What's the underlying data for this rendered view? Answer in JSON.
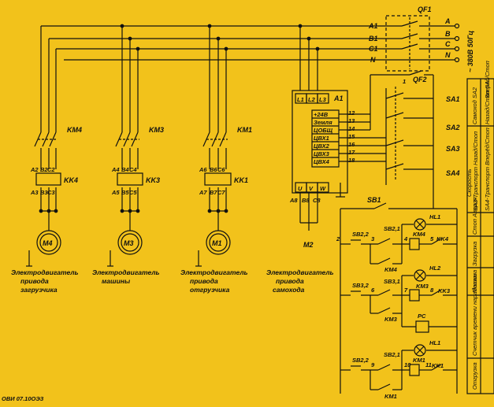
{
  "colors": {
    "background": "#F2C21B",
    "ink": "#111111"
  },
  "supply": {
    "breaker": "QF1",
    "phases_in": [
      "A1",
      "B1",
      "C1",
      "N"
    ],
    "phases_out": [
      "A",
      "B",
      "C",
      "N"
    ],
    "voltage": "~ 380В 50Гц"
  },
  "drives": [
    {
      "contactor": "KM4",
      "relay": "KK4",
      "relay_top": [
        "A2",
        "B2",
        "C2"
      ],
      "relay_bottom": [
        "A3",
        "B3",
        "C3"
      ],
      "motor": "M4",
      "caption": [
        "Электродвигатель",
        "привода",
        "загрузчика"
      ]
    },
    {
      "contactor": "KM3",
      "relay": "KK3",
      "relay_top": [
        "A4",
        "B4",
        "C4"
      ],
      "relay_bottom": [
        "A5",
        "B5",
        "C5"
      ],
      "motor": "M3",
      "caption": [
        "Электродвигатель",
        "машины"
      ]
    },
    {
      "contactor": "KM1",
      "relay": "KK1",
      "relay_top": [
        "A6",
        "B6",
        "C6"
      ],
      "relay_bottom": [
        "A7",
        "B7",
        "C7"
      ],
      "motor": "M1",
      "caption": [
        "Электродвигатель",
        "привода",
        "отгрузчика"
      ]
    }
  ],
  "controller": {
    "name": "A1",
    "inputs": [
      "L1",
      "L2",
      "L3"
    ],
    "outputs": [
      "U",
      "V",
      "W"
    ],
    "out_wires": [
      "A8",
      "B8",
      "C8"
    ],
    "terminals": [
      "+24В",
      "Земля",
      "ЦОБЩ",
      "ЦВХ1",
      "ЦВХ2",
      "ЦВХ3",
      "ЦВХ4"
    ],
    "terminal_numbers": [
      "12",
      "13",
      "14",
      "15",
      "16",
      "17",
      "18"
    ],
    "motor": "M2",
    "caption": [
      "Электродвигатель",
      "привода",
      "самохода"
    ]
  },
  "control": {
    "breaker": "QF2",
    "wire_1": "1",
    "switches": [
      "SA1",
      "SA2",
      "SA3",
      "SA4"
    ],
    "stop_button": "SB1",
    "rungs": [
      {
        "stop": "SB2,2",
        "start": "SB2,1",
        "coil": "KM4",
        "lamp": "HL1",
        "relay_contact": "KK4",
        "seal": "KM4",
        "wires": [
          "2",
          "3",
          "4",
          "5"
        ]
      },
      {
        "stop": "SB3,2",
        "start": "SB3,1",
        "coil": "KM3",
        "lamp": "HL2",
        "relay_contact": "KK3",
        "seal": "KM3",
        "timer": "PC",
        "wires": [
          "6",
          "7",
          "8"
        ]
      },
      {
        "stop": "SB2,2",
        "start": "SB2,1",
        "coil": "KM1",
        "lamp": "HL1",
        "relay_contact": "KK1",
        "seal": "KM1",
        "wires": [
          "9",
          "10",
          "11"
        ]
      }
    ]
  },
  "side_table": [
    "Отгрузка",
    "Счетчик времени наработки",
    "Машина",
    "Загрузка",
    "Стоп Авария",
    "SA4-Транспорт Вперёд/Стоп",
    "SA3-Транспорт Назад/Стоп",
    "Скорость",
    "Самоход SA2",
    "Назад/Стоп SA1",
    "Вперёд/Стоп"
  ],
  "footer": "ОВИ 07.10ОЭЗ"
}
